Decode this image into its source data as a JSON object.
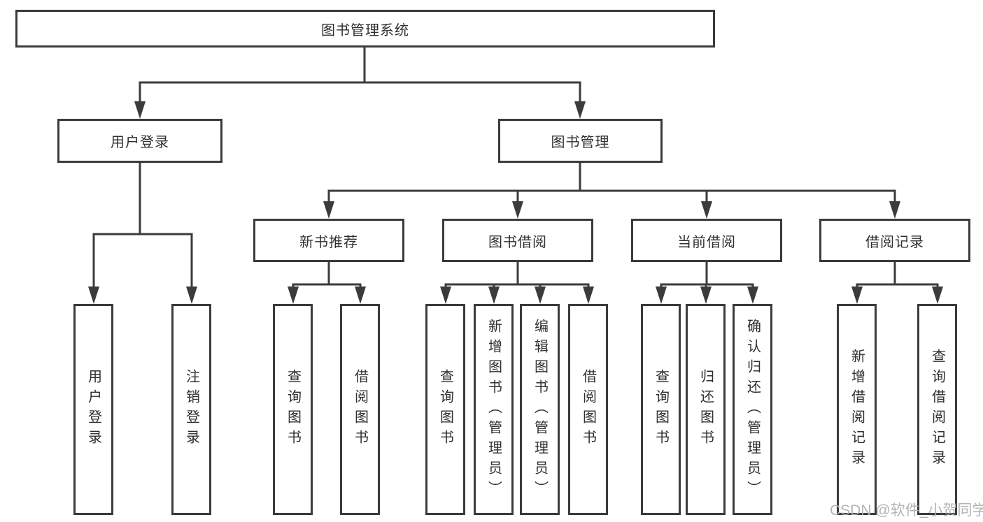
{
  "tree": {
    "root": {
      "label": "图书管理系统",
      "children": [
        {
          "label": "用户登录",
          "children": [
            {
              "label": "用户登录"
            },
            {
              "label": "注销登录"
            }
          ]
        },
        {
          "label": "图书管理",
          "children": [
            {
              "label": "新书推荐",
              "children": [
                {
                  "label": "查询图书"
                },
                {
                  "label": "借阅图书"
                }
              ]
            },
            {
              "label": "图书借阅",
              "children": [
                {
                  "label": "查询图书"
                },
                {
                  "label": "新增图书（管理员）"
                },
                {
                  "label": "编辑图书（管理员）"
                },
                {
                  "label": "借阅图书"
                }
              ]
            },
            {
              "label": "当前借阅",
              "children": [
                {
                  "label": "查询图书"
                },
                {
                  "label": "归还图书"
                },
                {
                  "label": "确认归还（管理员）"
                }
              ]
            },
            {
              "label": "借阅记录",
              "children": [
                {
                  "label": "新增借阅记录"
                },
                {
                  "label": "查询借阅记录"
                }
              ]
            }
          ]
        }
      ]
    }
  },
  "watermark": {
    "text": "CSDN @软件_小贺同学"
  },
  "colors": {
    "line": "#3b3b3b",
    "box_border": "#3b3b3b",
    "box_fill": "#ffffff",
    "text": "#2f2f2f",
    "watermark": "#b0b0b0",
    "background": "#ffffff"
  }
}
